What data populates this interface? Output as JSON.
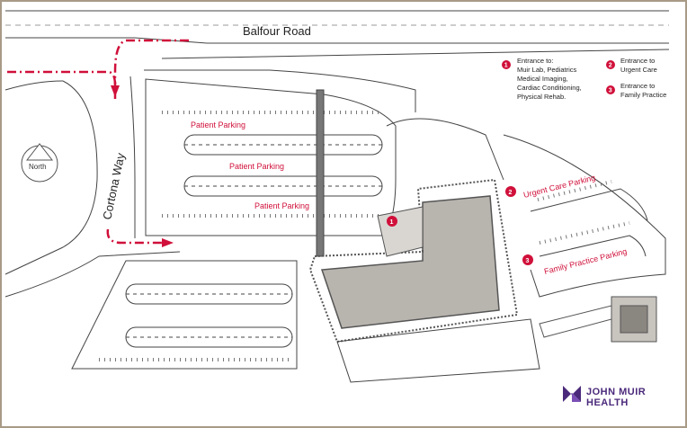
{
  "roads": {
    "top": "Balfour Road",
    "left": "Cortona Way"
  },
  "compass": {
    "label": "North"
  },
  "parking": {
    "patient_1": "Patient Parking",
    "patient_2": "Patient Parking",
    "patient_3": "Patient Parking",
    "urgent_care": "Urgent Care Parking",
    "family_practice": "Family Practice Parking"
  },
  "entrances": [
    {
      "number": "1",
      "lines": [
        "Entrance to:",
        "Muir Lab, Pediatrics",
        "Medical Imaging,",
        "Cardiac Conditioning,",
        "Physical Rehab."
      ]
    },
    {
      "number": "2",
      "lines": [
        "Entrance to",
        "Urgent Care"
      ]
    },
    {
      "number": "3",
      "lines": [
        "Entrance to",
        "Family Practice"
      ]
    }
  ],
  "brand": {
    "line1": "JOHN MUIR",
    "line2": "HEALTH"
  },
  "colors": {
    "accent": "#d0103a",
    "building": "#b8b4ae",
    "brand": "#4b2a7b",
    "frame": "#a89a86"
  }
}
